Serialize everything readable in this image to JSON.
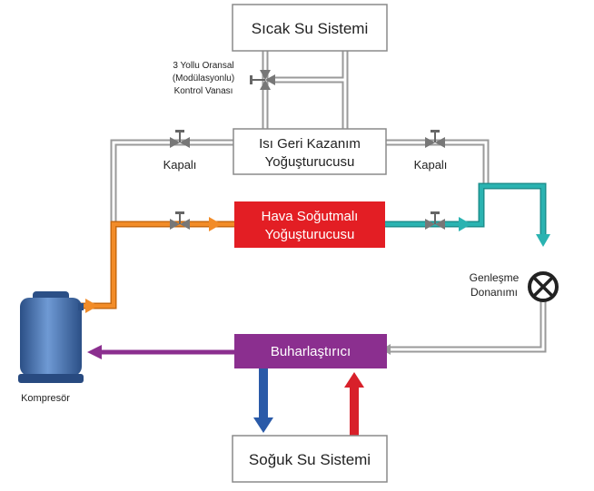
{
  "boxes": {
    "hot_water": "Sıcak Su Sistemi",
    "heat_recovery_line1": "Isı Geri Kazanım",
    "heat_recovery_line2": "Yoğuşturucusu",
    "air_cooled_line1": "Hava Soğutmalı",
    "air_cooled_line2": "Yoğuşturucusu",
    "evaporator": "Buharlaştırıcı",
    "cold_water": "Soğuk Su Sistemi"
  },
  "labels": {
    "valve_3way_line1": "3 Yollu Oransal",
    "valve_3way_line2": "(Modülasyonlu)",
    "valve_3way_line3": "Kontrol Vanası",
    "closed_left": "Kapalı",
    "closed_right": "Kapalı",
    "expansion_line1": "Genleşme",
    "expansion_line2": "Donanımı",
    "compressor": "Kompresör"
  },
  "colors": {
    "air_cooled_box": "#e31e24",
    "evaporator_box": "#8b2f8f",
    "orange_line": "#f28c28",
    "teal_line": "#2ab3b1",
    "purple_line": "#8b2f8f",
    "blue_arrow": "#2a5aa8",
    "red_arrow": "#d8202a",
    "gray_line": "#b8b8b8",
    "compressor_body": "#3d6fae"
  }
}
